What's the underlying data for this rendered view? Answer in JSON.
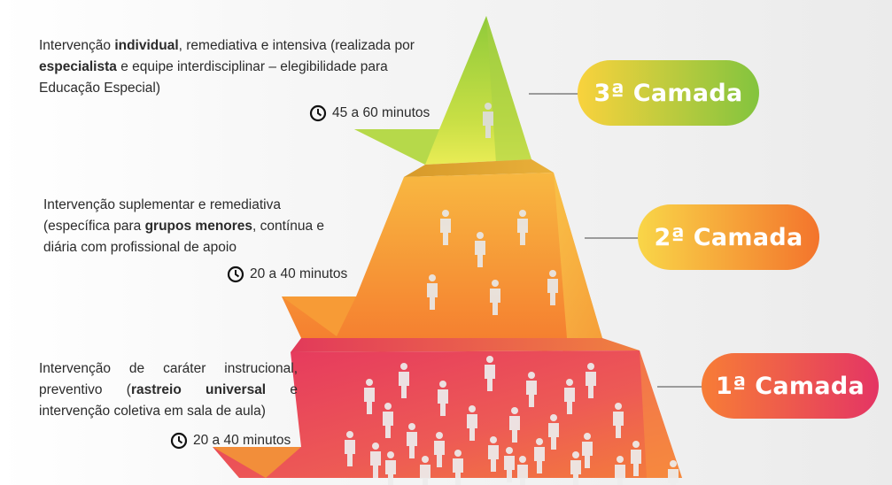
{
  "tiers": [
    {
      "id": "tier-3",
      "label": "3ª Camada",
      "desc": [
        {
          "t": "Intervenção ",
          "b": false
        },
        {
          "t": "individual",
          "b": true
        },
        {
          "t": ", remediativa e intensiva (realizada por ",
          "b": false
        },
        {
          "t": "especialista",
          "b": true
        },
        {
          "t": " e equipe interdisciplinar – elegibilidade para Educação Especial)",
          "b": false
        }
      ],
      "duration": "45 a 60 minutos",
      "person_count": 1,
      "colors": {
        "top": "#9ccf3c",
        "bottom": "#e8ec52",
        "pill_left": "#f9d23d",
        "pill_right": "#83c43e"
      }
    },
    {
      "id": "tier-2",
      "label": "2ª Camada",
      "desc": [
        {
          "t": "Intervenção suplementar e remediativa (específica para ",
          "b": false
        },
        {
          "t": "grupos menores",
          "b": true
        },
        {
          "t": ", contínua e diária com profissional de apoio",
          "b": false
        }
      ],
      "duration": "20 a 40 minutos",
      "person_count": 7,
      "colors": {
        "top": "#f6aa3c",
        "bottom": "#f57f2d",
        "pill_left": "#f9d648",
        "pill_right": "#f3742c"
      }
    },
    {
      "id": "tier-1",
      "label": "1ª Camada",
      "desc": [
        {
          "t": "Intervenção de caráter instrucional, preventivo (",
          "b": false
        },
        {
          "t": "rastreio universal",
          "b": true
        },
        {
          "t": " e intervenção coletiva em sala de aula)",
          "b": false
        }
      ],
      "duration": "20 a 40 minutos",
      "person_count": 28,
      "colors": {
        "top": "#e73d64",
        "bottom": "#f58a3a",
        "pill_left": "#f77d36",
        "pill_right": "#e43564"
      }
    }
  ]
}
